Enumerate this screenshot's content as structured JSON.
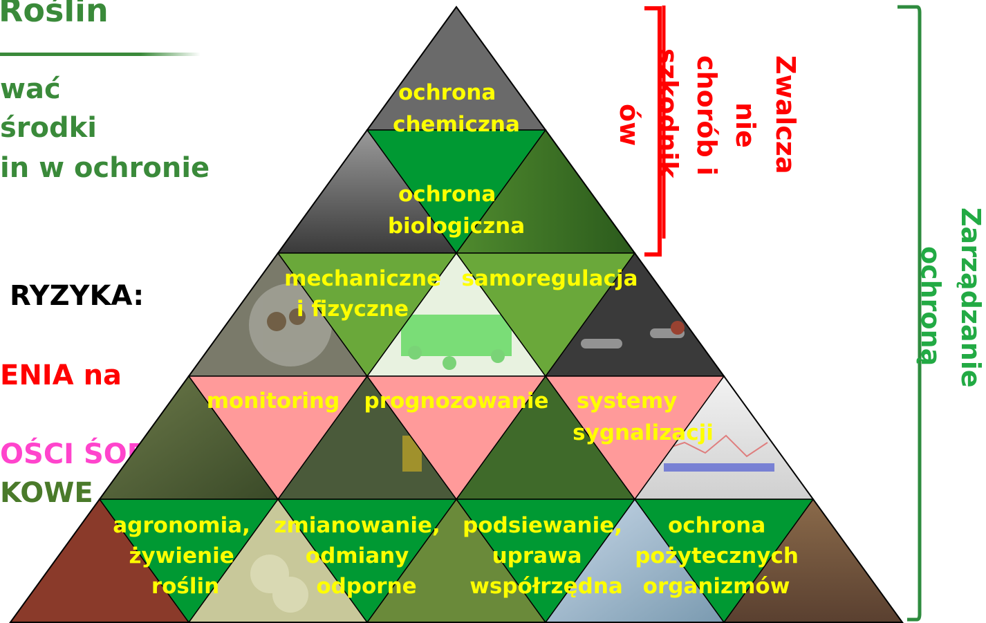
{
  "left_text": {
    "title": "Roślin",
    "line1": "wać",
    "line2": "środki",
    "line3": "in w ochronie",
    "risk": "RYZYKA:",
    "red": "ENIA na",
    "pink": "OŚCI ŚOR",
    "olive": "KOWE"
  },
  "pyramid": {
    "top": [
      "ochrona",
      "chemiczna"
    ],
    "bio": [
      "ochrona",
      "biologiczna"
    ],
    "mech": [
      "mechaniczne",
      "i fizyczne"
    ],
    "samo": [
      "samoregulacja"
    ],
    "mon": [
      "monitoring"
    ],
    "prog": [
      "prognozowanie"
    ],
    "sys": [
      "systemy",
      "sygnalizacji"
    ],
    "agro": [
      "agronomia,",
      "żywienie",
      "roślin"
    ],
    "zmian": [
      "zmianowanie,",
      "odmiany",
      "odporne"
    ],
    "pods": [
      "podsiewanie,",
      "uprawa",
      "współrzędna"
    ],
    "ochr": [
      "ochrona",
      "pożytecznych",
      "organizmów"
    ]
  },
  "right": {
    "red_lines": [
      "Zwalcza",
      "nie",
      "chorób i",
      "szkodnik",
      "ów"
    ],
    "green_lines": [
      "Zarządzanie",
      "ochroną"
    ]
  },
  "colors": {
    "green_text": "#3a8a3a",
    "red": "#ff0000",
    "pink_text": "#ff44cc",
    "olive_text": "#4a7a2a",
    "pyramid_green": "#009933",
    "pyramid_olive": "#6aa83a",
    "pyramid_pink": "#ff9a9a",
    "label_yellow": "#ffff00",
    "bracket_green": "#2e8b3e",
    "bracket_red": "#ff0000"
  }
}
